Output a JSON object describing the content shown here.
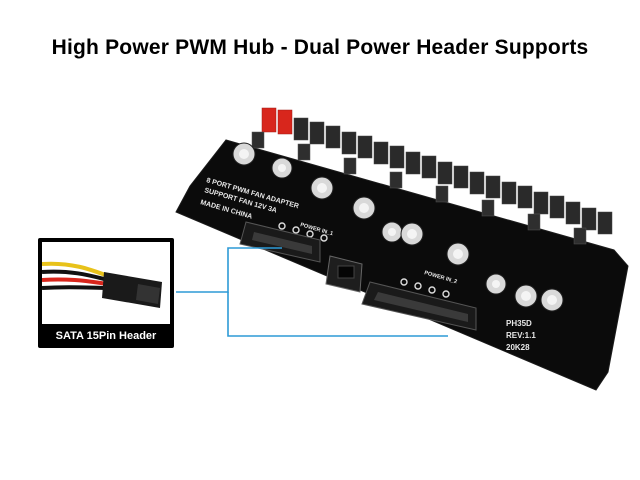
{
  "title": "High Power PWM Hub - Dual Power Header Supports",
  "board": {
    "silkscreen_line1": "8 PORT PWM FAN ADAPTER",
    "silkscreen_line2": "SUPPORT FAN 12V 3A",
    "silkscreen_line3": "MADE IN CHINA",
    "power_in_1": "POWER IN_1",
    "power_in_2": "POWER IN_2",
    "model": "PH35D",
    "revision": "REV:1.1",
    "date_code": "20K28"
  },
  "inset": {
    "caption": "SATA 15Pin Header"
  },
  "colors": {
    "pcb": "#0b0b0b",
    "callout_line": "#2d9ad6",
    "sata_cable_yellow": "#e8c21a",
    "sata_cable_red": "#d8261c",
    "sata_cable_black": "#111111",
    "fan_header": "#2a2a2a",
    "fan_header_red": "#d8261c"
  }
}
